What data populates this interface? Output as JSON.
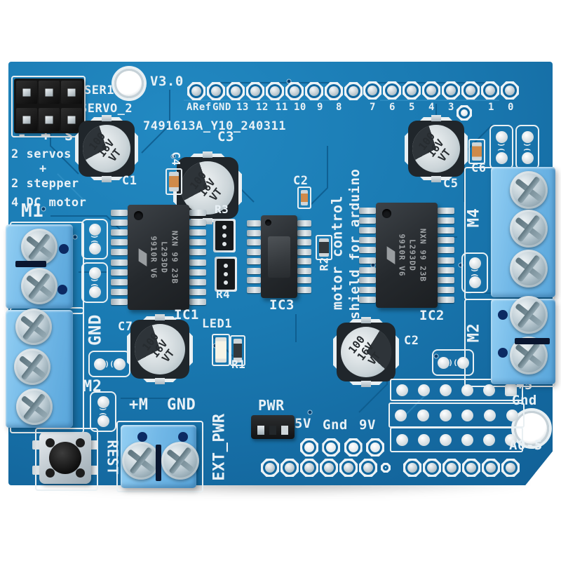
{
  "board": {
    "version": "V3.0",
    "batch": "7491613A_Y10_240311",
    "vtitle1": "motor control",
    "vtitle2": "shield for arduino"
  },
  "servo": {
    "ser1": "SER1",
    "servo2": "SERVO_2",
    "minus": "-",
    "plus": "+",
    "s": "S",
    "d1": "2 servos",
    "dplus": "+",
    "d2": "2 stepper",
    "d3": "4 DC motor"
  },
  "hdr_left": {
    "l0": "ARef",
    "l1": "GND",
    "l2": "13",
    "l3": "12",
    "l4": "11",
    "l5": "10",
    "l6": "9",
    "l7": "8"
  },
  "hdr_right": {
    "l0": "7",
    "l1": "6",
    "l2": "5",
    "l3": "4",
    "l4": "3",
    "l5": "1",
    "l6": "0"
  },
  "motors": {
    "m1": "M1",
    "gnd": "GND",
    "m2l": "M2",
    "m4": "M4",
    "m2r": "M2"
  },
  "refs": {
    "c1": "C1",
    "c2s": "C2",
    "c2": "C2",
    "c3": "C3",
    "c4": "C4",
    "c5": "C5",
    "c6": "C6",
    "c7": "C7",
    "r1": "R1",
    "r2": "R2",
    "r3": "R3",
    "r4": "R4",
    "led1": "LED1",
    "ic1": "IC1",
    "ic2": "IC2",
    "ic3": "IC3"
  },
  "cap": {
    "t1": "100",
    "t2": "16V",
    "t3": "VT"
  },
  "chip": {
    "t1": "NXN 99 23B",
    "t2": "L293DD",
    "t3": "9910R V6"
  },
  "bottom": {
    "rest": "REST",
    "pm": "+M",
    "gnd": "GND",
    "ext": "EXT_PWR",
    "pwr": "PWR",
    "v5": "5V",
    "gnds": "Gnd",
    "v9": "9V"
  },
  "io": {
    "p5": "+5",
    "gnd": "Gnd",
    "a05": "A0-5"
  },
  "colors": {
    "pcb": "#1a7ab2",
    "silk": "#e9f1f6",
    "terminal": "#7fc3ee",
    "solder": "#c3ced4"
  }
}
